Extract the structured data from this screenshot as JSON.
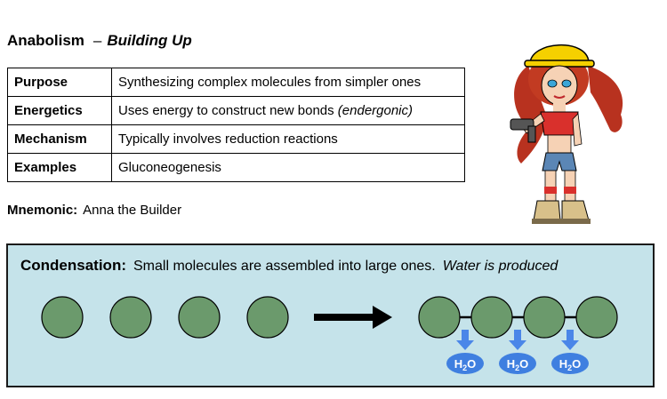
{
  "heading": {
    "term": "Anabolism",
    "separator": "–",
    "subtitle": "Building Up"
  },
  "table": {
    "rows": [
      {
        "key": "Purpose",
        "value": "Synthesizing complex molecules from simpler ones",
        "value_note": ""
      },
      {
        "key": "Energetics",
        "value": "Uses energy to construct new bonds ",
        "value_note": "(endergonic)"
      },
      {
        "key": "Mechanism",
        "value": "Typically involves reduction reactions",
        "value_note": ""
      },
      {
        "key": "Examples",
        "value": "Gluconeogenesis",
        "value_note": ""
      }
    ]
  },
  "mnemonic": {
    "label": "Mnemonic:",
    "text": "Anna the Builder"
  },
  "illustration": {
    "icon": "builder-girl-illustration"
  },
  "condensation": {
    "label": "Condensation:",
    "text": "Small molecules are assembled into large ones.",
    "note": "Water is produced",
    "free_molecules": 4,
    "chain_molecules": 4,
    "water_products": [
      {
        "main": "H",
        "sub": "2",
        "tail": "O"
      },
      {
        "main": "H",
        "sub": "2",
        "tail": "O"
      },
      {
        "main": "H",
        "sub": "2",
        "tail": "O"
      }
    ]
  },
  "colors": {
    "panel_background": "#c5e3ea",
    "molecule_fill": "#6b9a6c",
    "arrow_blue": "#4a86e8",
    "water_badge": "#3f7fe0"
  }
}
